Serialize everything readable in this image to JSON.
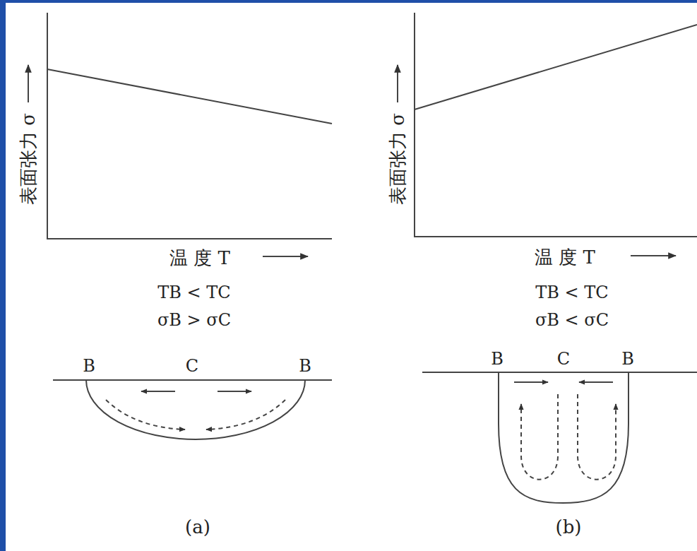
{
  "diagram": {
    "labels": [
      "表面张力 σ",
      "温 度 T",
      "TB < TC",
      "σB > σC",
      "B",
      "C",
      "B",
      "(a)",
      "表面张力 σ",
      "温 度 T",
      "TB < TC",
      "σB < σC",
      "B",
      "C",
      "B",
      "(b)"
    ]
  }
}
